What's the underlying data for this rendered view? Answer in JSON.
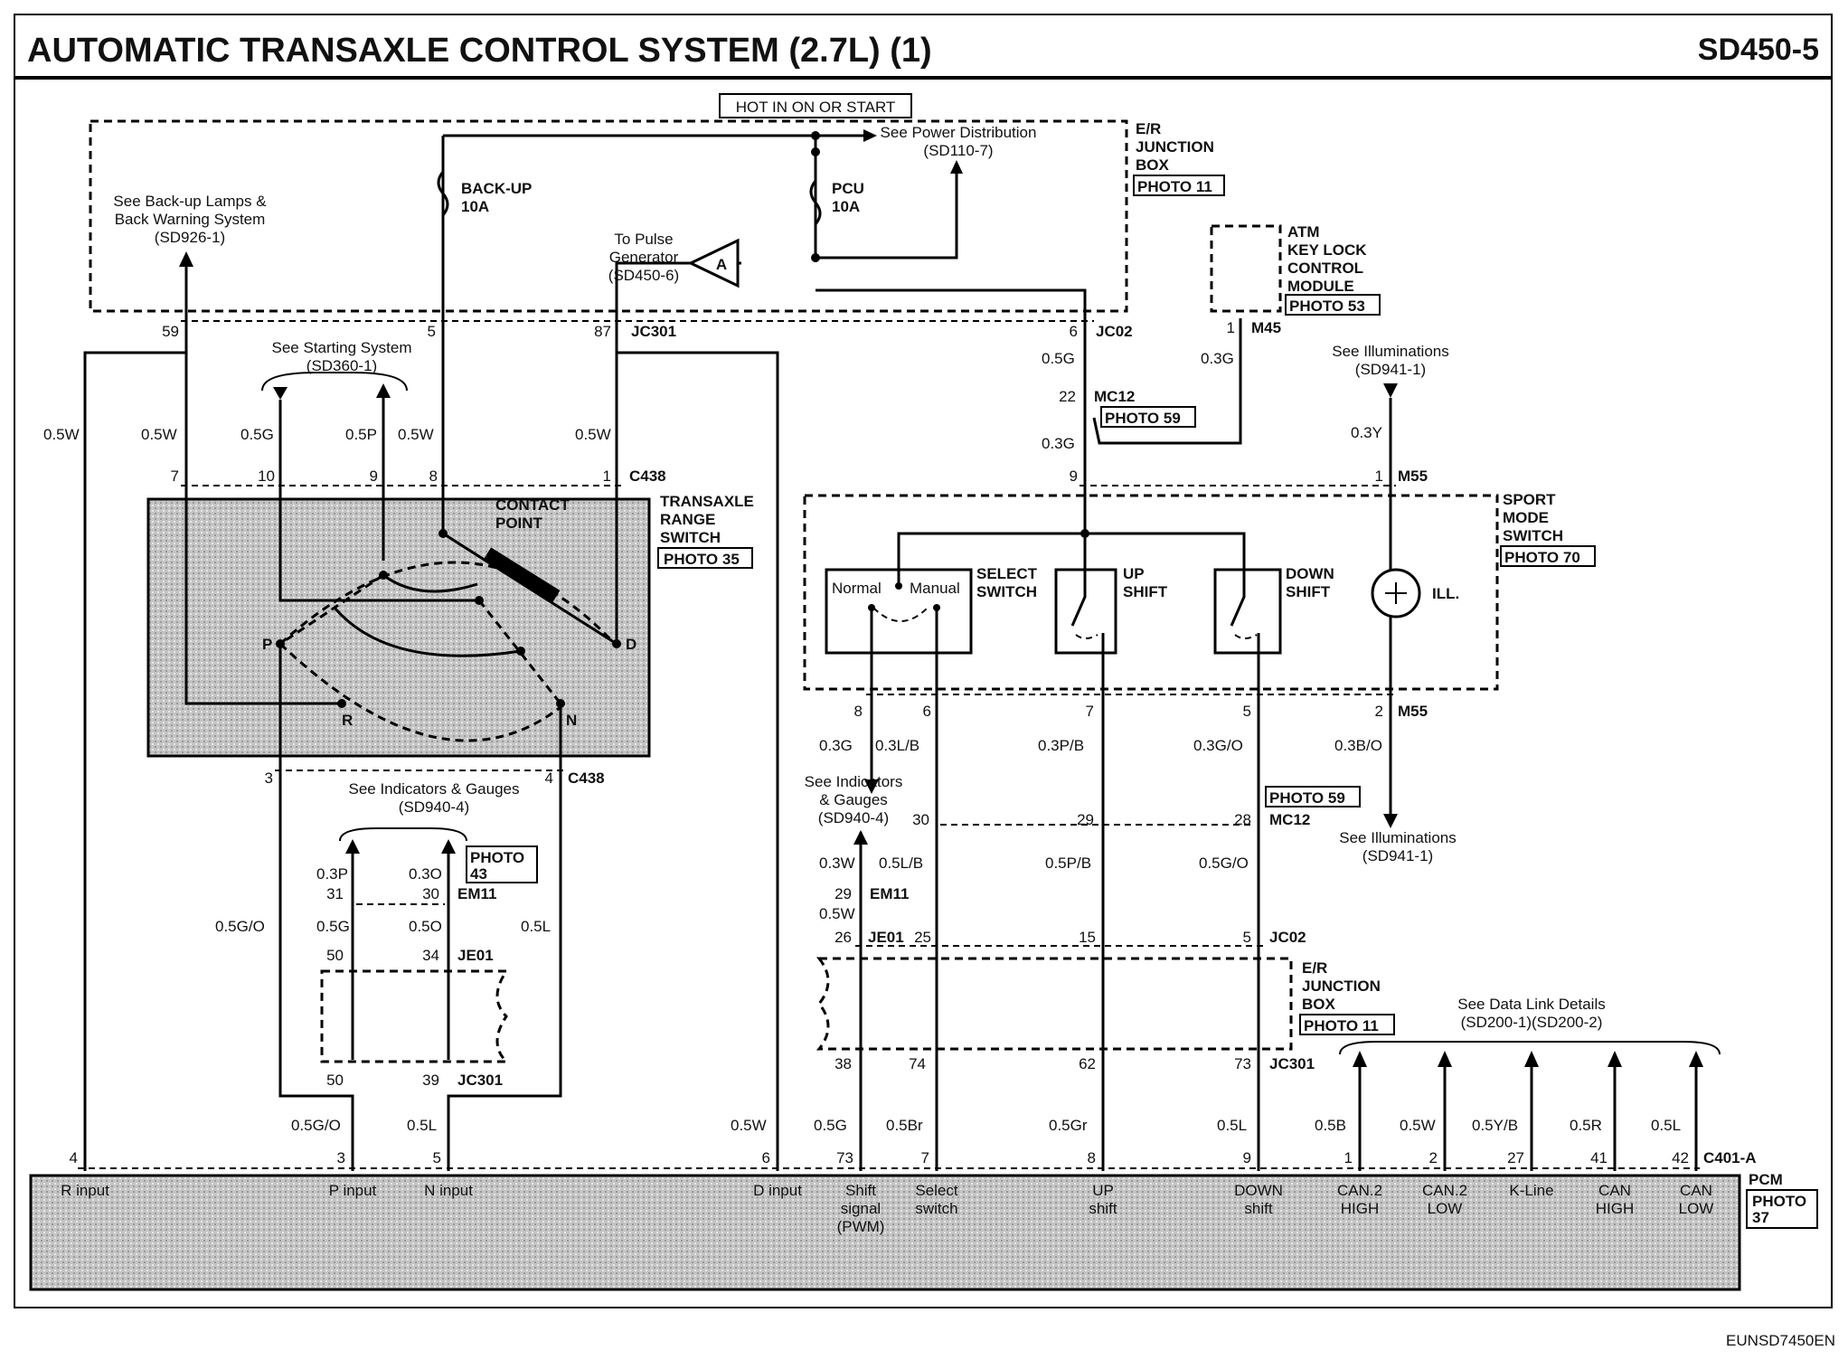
{
  "title": "AUTOMATIC TRANSAXLE CONTROL SYSTEM (2.7L) (1)",
  "code": "SD450-5",
  "footer_code": "EUNSD7450EN",
  "hot_label": "HOT IN ON OR START",
  "er_junction_box": {
    "lines": [
      "E/R",
      "JUNCTION",
      "BOX"
    ],
    "photo": "PHOTO 11"
  },
  "fuses": {
    "backup": {
      "name": "BACK-UP",
      "rating": "10A"
    },
    "pcu": {
      "name": "PCU",
      "rating": "10A"
    }
  },
  "references": {
    "backup_lamps": [
      "See Back-up Lamps &",
      "Back Warning System",
      "(SD926-1)"
    ],
    "power_distribution": [
      "See Power Distribution",
      "(SD110-7)"
    ],
    "pulse_generator": [
      "To Pulse",
      "Generator",
      "(SD450-6)"
    ],
    "pulse_marker": "A",
    "starting_system": [
      "See Starting System",
      "(SD360-1)"
    ],
    "indicators_left": [
      "See Indicators & Gauges",
      "(SD940-4)"
    ],
    "indicators_right": [
      "See Indicators",
      "& Gauges",
      "(SD940-4)"
    ],
    "illuminations_top": [
      "See Illuminations",
      "(SD941-1)"
    ],
    "illuminations_bottom": [
      "See Illuminations",
      "(SD941-1)"
    ],
    "data_link": [
      "See Data Link Details",
      "(SD200-1)(SD200-2)"
    ]
  },
  "atm_module": {
    "lines": [
      "ATM",
      "KEY LOCK",
      "CONTROL",
      "MODULE"
    ],
    "photo": "PHOTO 53",
    "pin": "1",
    "connector": "M45"
  },
  "range_switch": {
    "lines": [
      "TRANSAXLE",
      "RANGE",
      "SWITCH"
    ],
    "photo": "PHOTO 35",
    "contact": [
      "CONTACT",
      "POINT"
    ],
    "positions": [
      "P",
      "R",
      "N",
      "D"
    ],
    "top_pins": [
      "7",
      "10",
      "9",
      "8",
      "1"
    ],
    "top_connector": "C438",
    "bottom_pins": [
      "3",
      "4"
    ],
    "bottom_connector": "C438"
  },
  "sport_switch": {
    "lines": [
      "SPORT",
      "MODE",
      "SWITCH"
    ],
    "photo": "PHOTO 70",
    "select": [
      "SELECT",
      "SWITCH"
    ],
    "normal": "Normal",
    "manual": "Manual",
    "up": [
      "UP",
      "SHIFT"
    ],
    "down": [
      "DOWN",
      "SHIFT"
    ],
    "ill": "ILL."
  },
  "connectors": {
    "jc301": "JC301",
    "jc02": "JC02",
    "mc12": "MC12",
    "m55": "M55",
    "em11": "EM11",
    "je01": "JE01",
    "c401a": "C401-A",
    "photo59": "PHOTO 59",
    "photo43": [
      "PHOTO",
      "43"
    ]
  },
  "pins": {
    "jb_bottom": [
      "59",
      "5",
      "87",
      "6"
    ],
    "mc12_top": "22",
    "sport_top": [
      "9",
      "1"
    ],
    "sport_bottom": [
      "8",
      "6",
      "7",
      "5",
      "2"
    ],
    "mc12_mid": [
      "30",
      "29",
      "28"
    ],
    "em11_right": "29",
    "jc02_lower": [
      "26",
      "25",
      "15",
      "5"
    ],
    "jc301_lower": [
      "38",
      "74",
      "62",
      "73"
    ],
    "em11_left": [
      "31",
      "30"
    ],
    "je01_left": [
      "50",
      "34"
    ],
    "jc301_left": [
      "50",
      "39"
    ],
    "pcm": [
      "4",
      "3",
      "5",
      "6",
      "73",
      "7",
      "8",
      "9",
      "1",
      "2",
      "27",
      "41",
      "42"
    ]
  },
  "wires": {
    "w_left_05w": "0.5W",
    "w_7": "0.5W",
    "w_10": "0.5G",
    "w_9": "0.5P",
    "w_8": "0.5W",
    "w_1": "0.5W",
    "w_jc02": "0.5G",
    "w_mc12_lo": "0.3G",
    "w_m45": "0.3G",
    "w_m55": "0.3Y",
    "w_8b": "0.3G",
    "w_6b": "0.3L/B",
    "w_7b": "0.3P/B",
    "w_5b": "0.3G/O",
    "w_2b": "0.3B/O",
    "w_l1": "0.3P",
    "w_l2": "0.3O",
    "w_l3": "0.5G",
    "w_l4": "0.5O",
    "w_l5": "0.5G/O",
    "w_l6": "0.5L",
    "w_l7": "0.5G/O",
    "w_l8": "0.5L",
    "w_r1": "0.3W",
    "w_r2": "0.5W",
    "w_r3": "0.5L/B",
    "w_r4": "0.5P/B",
    "w_r5": "0.5G/O",
    "w_d": "0.5W",
    "w_s1": "0.5G",
    "w_s2": "0.5Br",
    "w_s3": "0.5Gr",
    "w_s4": "0.5L",
    "w_c1": "0.5B",
    "w_c2": "0.5W",
    "w_c3": "0.5Y/B",
    "w_c4": "0.5R",
    "w_c5": "0.5L"
  },
  "pcm": {
    "name": "PCM",
    "photo": [
      "PHOTO",
      "37"
    ],
    "inputs": [
      [
        "R input"
      ],
      [
        "P input"
      ],
      [
        "N input"
      ],
      [
        "D input"
      ],
      [
        "Shift",
        "signal",
        "(PWM)"
      ],
      [
        "Select",
        "switch"
      ],
      [
        "UP",
        "shift"
      ],
      [
        "DOWN",
        "shift"
      ],
      [
        "CAN.2",
        "HIGH"
      ],
      [
        "CAN.2",
        "LOW"
      ],
      [
        "K-Line"
      ],
      [
        "CAN",
        "HIGH"
      ],
      [
        "CAN",
        "LOW"
      ]
    ]
  }
}
